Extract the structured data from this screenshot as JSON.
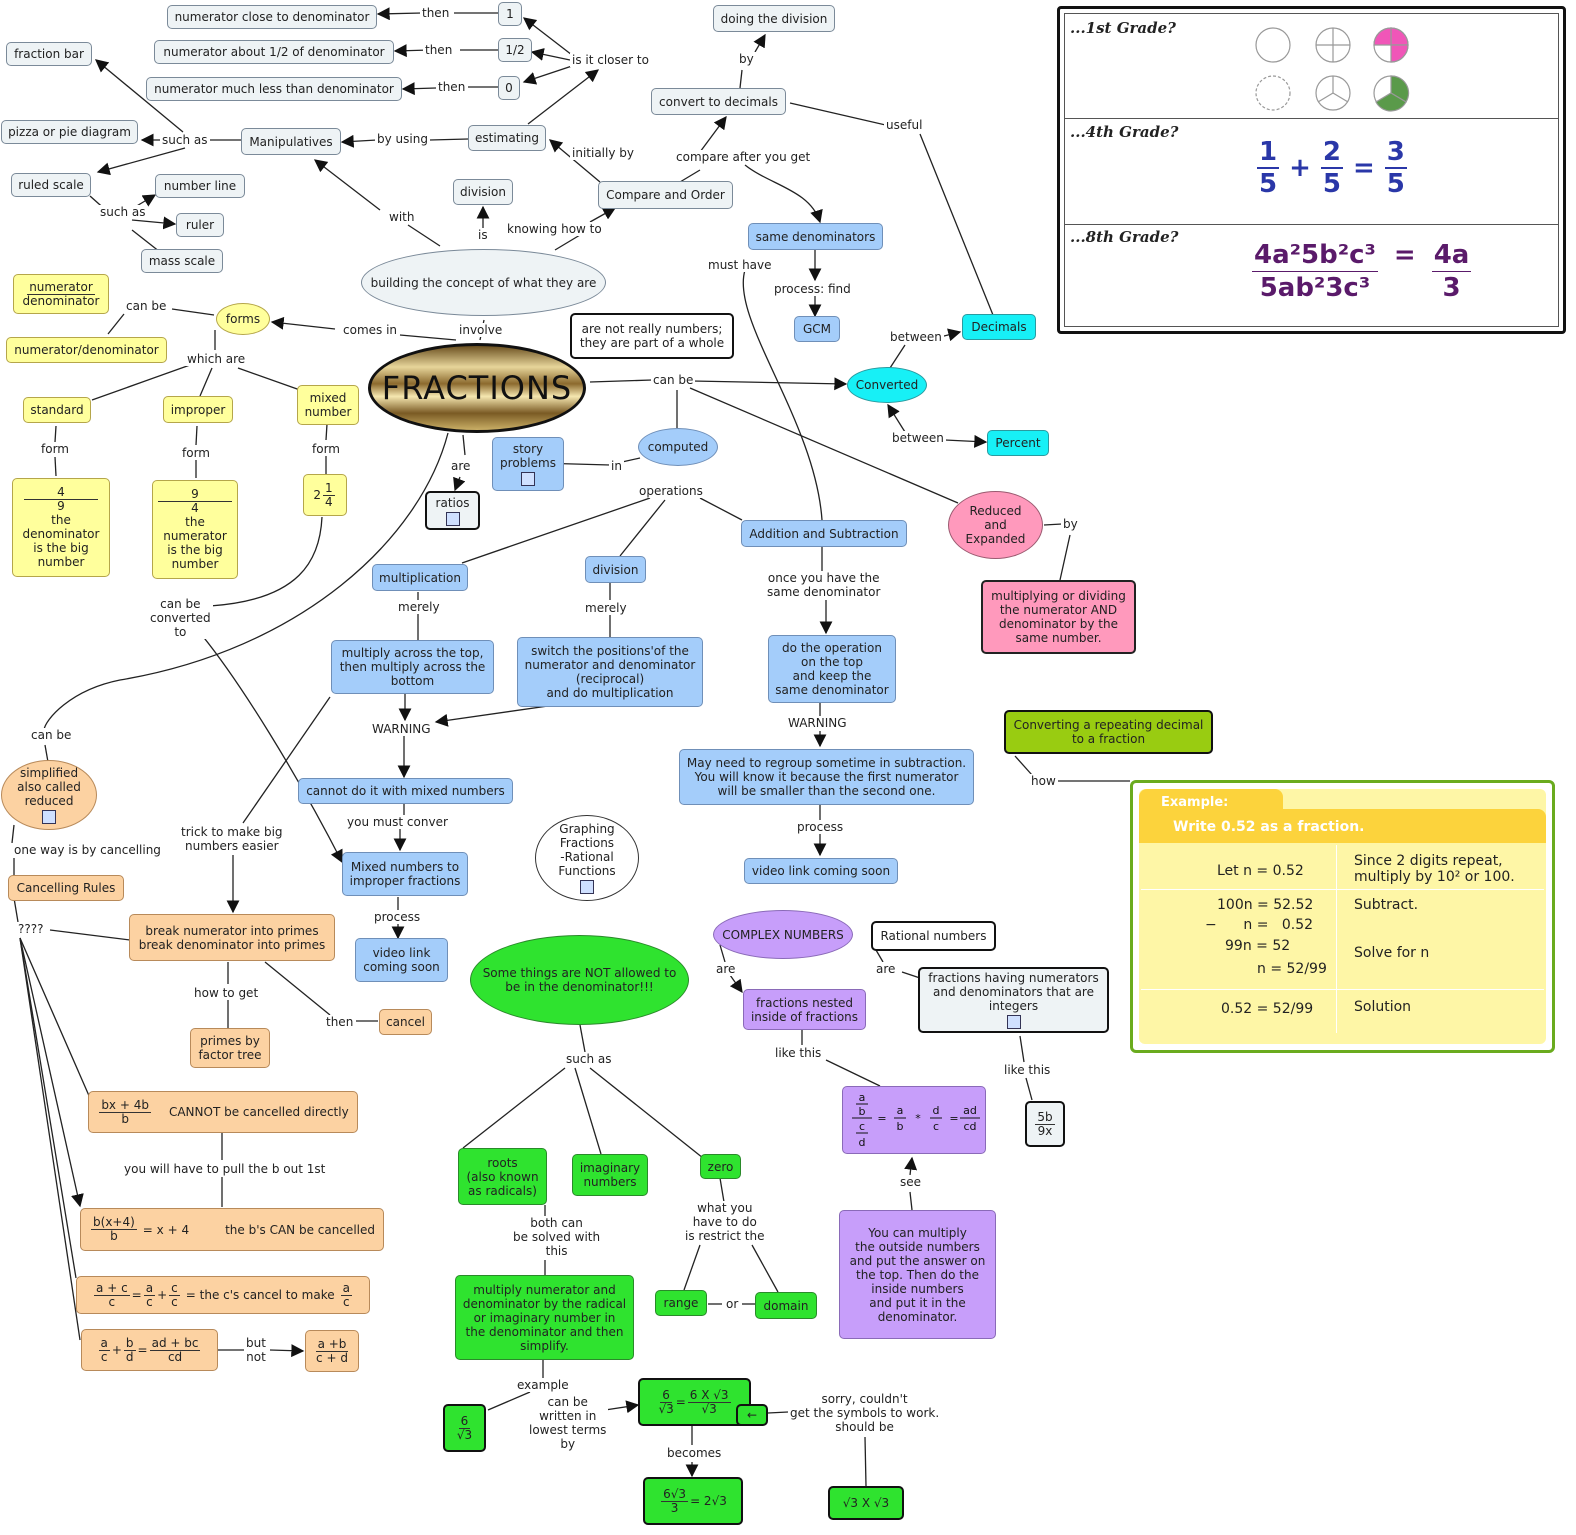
{
  "center": {
    "title": "FRACTIONS"
  },
  "top_left": {
    "t1": "numerator close to denominator",
    "t2": "numerator about 1/2 of denominator",
    "t3": "numerator much less than denominator",
    "v1": "1",
    "v2": "1/2",
    "v3": "0",
    "then": "then",
    "closer": "is it closer to",
    "estimating": "estimating",
    "by_using": "by using",
    "manip": "Manipulatives",
    "such_as": "such as",
    "fraction_bar": "fraction bar",
    "pizza": "pizza or pie diagram",
    "ruled": "ruled scale",
    "such_as2": "such as",
    "number_line": "number line",
    "ruler": "ruler",
    "mass": "mass scale",
    "with": "with",
    "is": "is",
    "division_top": "division",
    "building": "building the concept of what they are",
    "knowing": "knowing how to",
    "compare_order": "Compare and Order",
    "initially": "initially by",
    "compare_after": "compare after you get",
    "convert_dec": "convert to decimals",
    "by": "by",
    "doing_div": "doing the division",
    "useful": "useful",
    "same_denom": "same denominators",
    "must_have": "must have",
    "process_find": "process: find",
    "gcm": "GCM",
    "between1": "between",
    "decimals": "Decimals",
    "converted": "Converted",
    "between2": "between",
    "percent": "Percent"
  },
  "forms": {
    "num": "numerator",
    "den": "denominator",
    "can_be": "can be",
    "slash": "numerator/denominator",
    "forms": "forms",
    "comes_in": "comes in",
    "involve": "involve",
    "not_numbers": "are not really numbers;\nthey are part of a whole",
    "which_are": "which are",
    "standard": "standard",
    "improper": "improper",
    "mixed": "mixed\nnumber",
    "form": "form",
    "s_num": "4",
    "s_den": "9",
    "s_text": "the\ndenominator\nis the big\nnumber",
    "i_num": "9",
    "i_den": "4",
    "i_text": "the\nnumerator\nis the big\nnumber",
    "m_whole": "2",
    "m_num": "1",
    "m_den": "4",
    "can_be_converted": "can be\nconverted\nto"
  },
  "middle": {
    "are": "are",
    "ratios": "ratios",
    "story": "story\nproblems",
    "in": "in",
    "computed": "computed",
    "can_be": "can be",
    "operations": "operations",
    "mult": "multiplication",
    "division": "division",
    "addsub": "Addition and Subtraction",
    "merely": "merely",
    "merely2": "merely",
    "mult_text": "multiply across the top,\nthen multiply across the\nbottom",
    "div_text": "switch the positions'of the\nnumerator and denominator\n(reciprocal)\nand do multiplication",
    "warning": "WARNING",
    "cannot_mixed": "cannot do it with mixed numbers",
    "must_conver": "you must conver",
    "mixed_improper": "Mixed numbers to\nimproper fractions",
    "process": "process",
    "video1": "video link\ncoming soon",
    "once": "once you have the\nsame denominator",
    "do_op": "do the operation\non the top\nand keep the\nsame denominator",
    "warning2": "WARNING",
    "regroup": "May need to regroup sometime in subtraction.\nYou will know it because the first numerator\nwill be smaller than the second one.",
    "process2": "process",
    "video2": "video link coming soon",
    "reduced": "Reduced\nand\nExpanded",
    "by": "by",
    "mult_div": "multiplying or dividing\nthe numerator AND\ndenominator by the\nsame number.",
    "graphing": "Graphing\nFractions\n-Rational\nFunctions"
  },
  "left_bottom": {
    "can_be": "can be",
    "simplified": "simplified\nalso called\nreduced",
    "one_way": "one way is by cancelling",
    "rules": "Cancelling Rules",
    "q": "????",
    "trick": "trick to make big\nnumbers easier",
    "break": "break numerator into primes\nbreak denominator into primes",
    "how_to_get": "how to get",
    "then": "then",
    "cancel": "cancel",
    "primes": "primes by\nfactor tree",
    "r1_top": "bx + 4b",
    "r1_bot": "b",
    "r1_text": "CANNOT be cancelled directly",
    "pull": "you will have to pull the b out 1st",
    "r2_top": "b(x+4)",
    "r2_bot": "b",
    "r2_eq": "= x + 4",
    "r2_text": "the b's CAN be cancelled",
    "r3_a": "a + c",
    "r3_c": "c",
    "r3_eq1": "=",
    "r3_b": "a",
    "r3_plus": "+",
    "r3_text": "= the c's cancel to make",
    "r4_a": "a",
    "r4_c": "c",
    "r4_plus": "+",
    "r4_b": "b",
    "r4_d": "d",
    "r4_eq": "=",
    "r4_n": "ad + bc",
    "r4_dd": "cd",
    "but_not": "but\nnot",
    "r5_top": "a +b",
    "r5_bot": "c + d"
  },
  "denominator": {
    "not_allowed": "Some things are NOT allowed to\nbe in the denominator!!!",
    "such_as": "such as",
    "roots": "roots\n(also known\nas radicals)",
    "imag": "imaginary\nnumbers",
    "zero": "zero",
    "both": "both can\nbe solved with\nthis",
    "restrict": "what you\nhave to do\nis restrict the",
    "range": "range",
    "or": "or",
    "domain": "domain",
    "multiply_rad": "multiply numerator and\ndenominator by the radical\nor imaginary number in\nthe denominator and then\nsimplify.",
    "example": "example",
    "ex_num": "6",
    "ex_den": "√3",
    "lowest": "can be\nwritten in\nlowest terms\nby",
    "e2_a": "6",
    "e2_b": "√3",
    "e2_c": "6 X √3",
    "e2_d": "√3",
    "eq": "=",
    "arrow": "←",
    "sorry": "sorry, couldn't\nget the symbols to work.\nshould be",
    "becomes": "becomes",
    "e3_top": "6√3",
    "e3_bot": "3",
    "e3_eq": "= 2√3",
    "sq": "√3 X √3"
  },
  "right": {
    "complex": "COMPLEX NUMBERS",
    "are": "are",
    "nested": "fractions nested\ninside of fractions",
    "like_this": "like this",
    "rational": "Rational numbers",
    "are2": "are",
    "having": "fractions having numerators\nand denominators that are\nintegers",
    "like_this2": "like this",
    "x_top": "5b",
    "x_bot": "9x",
    "see": "see",
    "multiply_outside": "You can multiply\nthe outside numbers\nand put the answer on\nthe top. Then do the\ninside numbers\nand put it in the\ndenominator.",
    "repeat": "Converting a repeating decimal\nto a fraction",
    "how": "how"
  },
  "grades": {
    "g1": "...1st Grade?",
    "g4": "...4th Grade?",
    "g8": "...8th Grade?",
    "f1n": "1",
    "f1d": "5",
    "f2n": "2",
    "f2d": "5",
    "f3n": "3",
    "f3d": "5",
    "plus": "+",
    "eq": "=",
    "alg_top": "4a²5b²c³",
    "alg_bot": "5ab²3c³",
    "alg_eq": "=",
    "res_top": "4a",
    "res_bot": "3"
  },
  "example_box": {
    "title": "Example:",
    "subtitle": "Write 0.52 as a fraction.",
    "r1a": "Let n = 0.52",
    "r1b": "Since 2 digits repeat,\nmultiply by 10² or 100.",
    "r2a1": "100n = 52.52",
    "r2a2": "−      n =   0.52",
    "r2a3": "99n = 52",
    "r2a4": "n = 52/99",
    "r2b1": "Subtract.",
    "r2b2": "Solve for n",
    "r3a": "0.52 = 52/99",
    "r3b": "Solution"
  }
}
